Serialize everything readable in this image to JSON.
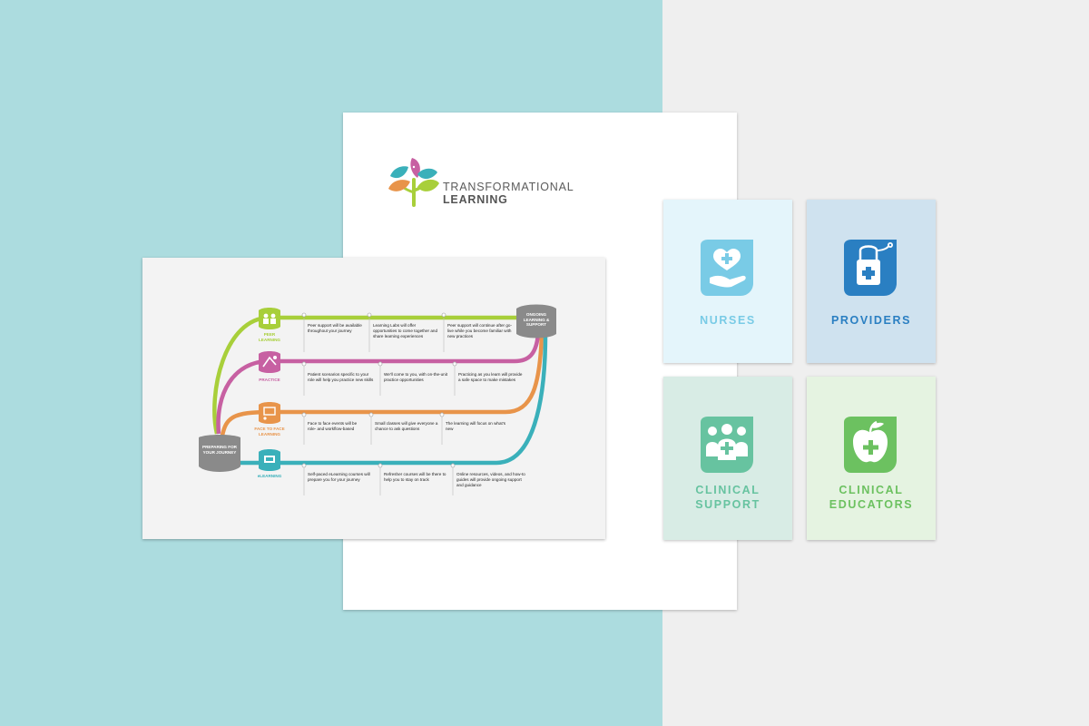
{
  "brand": {
    "line1": "TRANSFORMATIONAL",
    "line2": "LEARNING"
  },
  "journey": {
    "start_label": "PREPARING FOR YOUR JOURNEY",
    "end_label": "ONGOING LEARNING & SUPPORT",
    "tracks": [
      {
        "label": "PEER LEARNING",
        "color": "#a8cf3a",
        "icon": "peer-icon",
        "texts": [
          "Peer support will be available throughout your journey",
          "Learning Labs will offer opportunities to come together and share learning experiences",
          "Peer support will continue after go-live while you become familiar with new practices"
        ]
      },
      {
        "label": "PRACTICE",
        "color": "#c760a2",
        "icon": "practice-icon",
        "texts": [
          "Patient scenarios specific to your role will help you practice new skills",
          "We'll come to you, with on-the-unit practice opportunities",
          "Practicing as you learn will provide a safe space to make mistakes"
        ]
      },
      {
        "label": "FACE TO FACE LEARNING",
        "color": "#e8944a",
        "icon": "classroom-icon",
        "texts": [
          "Face to face events will be role- and workflow-based",
          "Small classes will give everyone a chance to ask questions",
          "The learning will focus on what's new"
        ]
      },
      {
        "label": "eLEARNING",
        "color": "#3ab0ba",
        "icon": "computer-icon",
        "texts": [
          "Self-paced eLearning courses will prepare you for your journey",
          "Refresher courses will be there to help you to stay on track",
          "Online resources, videos, and how-to guides will provide ongoing support and guidance"
        ]
      }
    ]
  },
  "cards": [
    {
      "label1": "NURSES",
      "label2": "",
      "bg": "#e4f5fb",
      "color": "#79cbe6",
      "icon": "heart-hand-icon"
    },
    {
      "label1": "PROVIDERS",
      "label2": "",
      "bg": "#cfe2ef",
      "color": "#2a7fc2",
      "icon": "stethoscope-bag-icon"
    },
    {
      "label1": "CLINICAL",
      "label2": "SUPPORT",
      "bg": "#d8ece5",
      "color": "#67c3a0",
      "icon": "team-icon"
    },
    {
      "label1": "CLINICAL",
      "label2": "EDUCATORS",
      "bg": "#e5f3e1",
      "color": "#6cc160",
      "icon": "apple-icon"
    }
  ]
}
